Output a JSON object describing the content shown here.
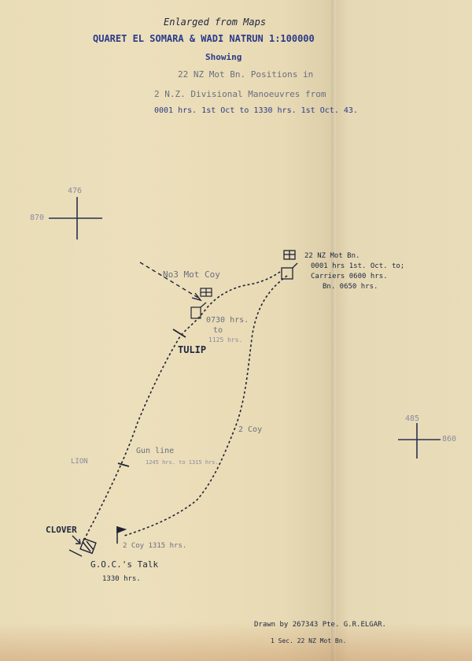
{
  "title": {
    "line1": "Enlarged  from  Maps",
    "line2": "QUARET EL SOMARA   &  WADI NATRUN 1:100000",
    "line3": "Showing",
    "line4": "22 NZ Mot Bn.  Positions in",
    "line5": "2 N.Z.  Divisional  Manoeuvres  from",
    "line6": "0001 hrs.  1st Oct  to    1330 hrs.  1st Oct. 43."
  },
  "grid_refs": {
    "left_northing": "476",
    "left_easting": "870",
    "right_northing": "485",
    "right_easting": "860"
  },
  "labels": {
    "no3_coy": "No3 Mot Coy",
    "bn_hq_line1": "22 NZ Mot Bn.",
    "bn_hq_line2": "0001 hrs  1st. Oct. to;",
    "bn_hq_line3": "Carriers  0600 hrs.",
    "bn_hq_line4": "Bn.  0650 hrs.",
    "time_0730_a": "0730 hrs.",
    "time_0730_b": "to",
    "time_0730_c": "1125 hrs.",
    "tulip": "TULIP",
    "coy2": "2 Coy",
    "lion": "LION",
    "gun_line": "Gun line",
    "gun_line_time": "1245 hrs. to 1315 hrs.",
    "clover": "CLOVER",
    "coy2_time": "2 Coy  1315 hrs.",
    "goc_talk": "G.O.C.'s  Talk",
    "goc_time": "1330 hrs."
  },
  "credit": {
    "line1": "Drawn by     267343  Pte. G.R.ELGAR.",
    "line2": "1 Sec.  22 NZ Mot Bn."
  },
  "colors": {
    "paper": "#e9ddb8",
    "ink_blue": "#2a3a8a",
    "ink_dark": "#1e2640",
    "pencil": "#6a6e80"
  }
}
